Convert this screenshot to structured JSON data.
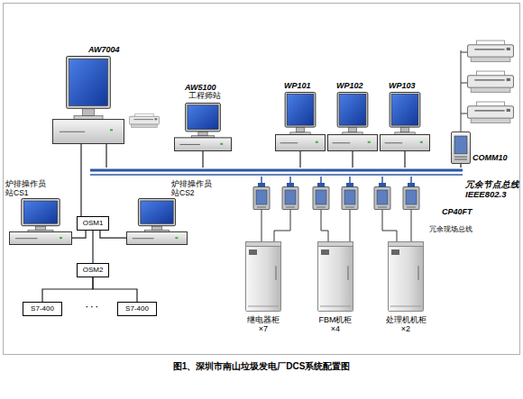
{
  "diagram": {
    "caption": "图1、深圳市南山垃圾发电厂DCS系统配置图",
    "nodes": [
      {
        "text": [
          "AW7004"
        ]
      },
      {
        "text": [
          "AW5100",
          "工程师站"
        ]
      },
      {
        "text": [
          "WP101"
        ]
      },
      {
        "text": [
          "WP102"
        ]
      },
      {
        "text": [
          "WP103"
        ]
      },
      {
        "text": [
          "COMM10"
        ]
      },
      {
        "text": [
          "冗余节点总线 IEEE802.3"
        ]
      },
      {
        "text": [
          "炉排操作员 站CS1"
        ]
      },
      {
        "text": [
          "炉排操作员 站CS2"
        ]
      },
      {
        "text": [
          "OSM1"
        ]
      },
      {
        "text": [
          "OSM2"
        ]
      },
      {
        "text": [
          "S7-400"
        ]
      },
      {
        "text": [
          "S7-400"
        ]
      },
      {
        "text": [
          "继电器柜 ×7"
        ]
      },
      {
        "text": [
          "FBM机柜 ×4"
        ]
      },
      {
        "text": [
          "处理机机柜 ×2"
        ]
      }
    ],
    "edges": [
      {
        "from": 0,
        "to": 6,
        "arrow": "none"
      },
      {
        "from": 1,
        "to": 6,
        "arrow": "none"
      },
      {
        "from": 2,
        "to": 6,
        "arrow": "none"
      },
      {
        "from": 3,
        "to": 6,
        "arrow": "none"
      },
      {
        "from": 4,
        "to": 6,
        "arrow": "none"
      },
      {
        "from": 5,
        "to": 6,
        "arrow": "none"
      },
      {
        "from": 0,
        "to": 9,
        "arrow": "none"
      },
      {
        "from": 7,
        "to": 9,
        "arrow": "none"
      },
      {
        "from": 8,
        "to": 9,
        "arrow": "none"
      },
      {
        "from": 9,
        "to": 10,
        "arrow": "none"
      },
      {
        "from": 10,
        "to": 11,
        "arrow": "none"
      },
      {
        "from": 10,
        "to": 12,
        "arrow": "none"
      }
    ],
    "labels": [
      "CP40FT",
      "冗余现场总线",
      "· · ·"
    ]
  }
}
